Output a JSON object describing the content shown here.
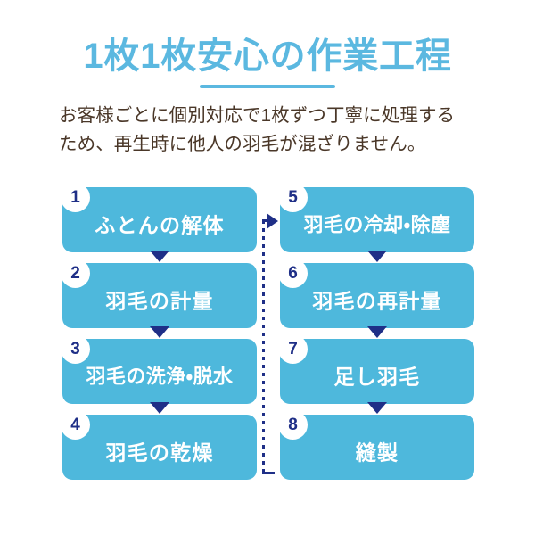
{
  "header": {
    "title": "1枚1枚安心の作業工程",
    "accent_color": "#5bb8e0"
  },
  "lead": {
    "line1": "お客様ごとに個別対応で1枚ずつ丁寧に処理する",
    "line2": "ため、再生時に他人の羽毛が混ざりません。"
  },
  "flow": {
    "box_color": "#4eb8dc",
    "arrow_color": "#1f2f87",
    "badge_text_color": "#1f2f87",
    "left_column": [
      {
        "number": "1",
        "label": "ふとんの解体"
      },
      {
        "number": "2",
        "label": "羽毛の計量"
      },
      {
        "number": "3",
        "label": "羽毛の洗浄・脱水"
      },
      {
        "number": "4",
        "label": "羽毛の乾燥"
      }
    ],
    "right_column": [
      {
        "number": "5",
        "label": "羽毛の冷却・除塵"
      },
      {
        "number": "6",
        "label": "羽毛の再計量"
      },
      {
        "number": "7",
        "label": "足し羽毛"
      },
      {
        "number": "8",
        "label": "縫製"
      }
    ]
  }
}
